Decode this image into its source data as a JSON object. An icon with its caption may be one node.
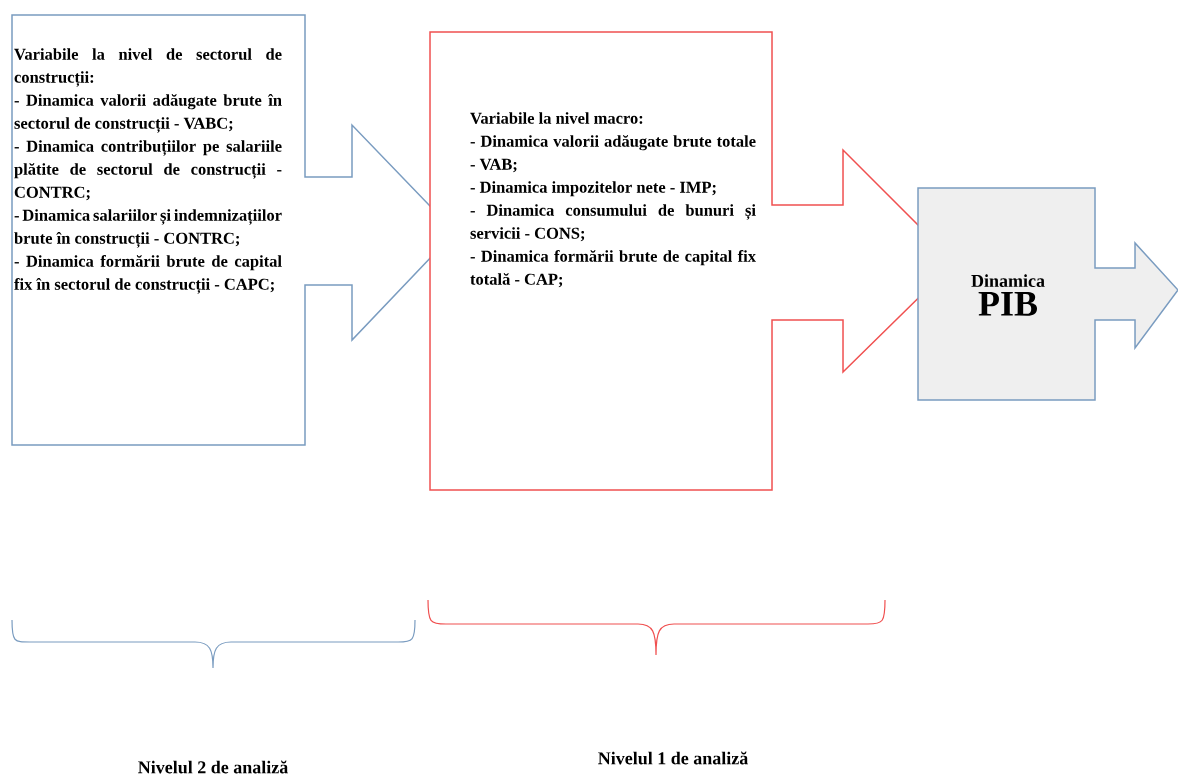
{
  "diagram": {
    "nodes": [
      {
        "text": [
          "Variabile la nivel de sectorul de construcții:",
          "- Dinamica valorii adăugate brute în sectorul de construcții - VABC;",
          "- Dinamica contribuțiilor pe salariile plătite de sectorul de construcții - CONTRC;",
          "- Dinamica salariilor și indemnizațiilor brute în construcții - CONTRC;",
          "- Dinamica formării brute de capital fix în sectorul de construcții - CAPC;"
        ]
      },
      {
        "text": [
          "Variabile la nivel macro:",
          "- Dinamica valorii adăugate brute totale - VAB;",
          "- Dinamica impozitelor nete - IMP;",
          "- Dinamica consumului de bunuri și servicii - CONS;",
          "- Dinamica formării brute de capital fix totală - CAP;"
        ]
      },
      {
        "text": [
          "Dinamica",
          "PIB"
        ]
      }
    ],
    "labels": [
      "Nivelul 2 de analiză",
      "Nivelul 1 de analiză"
    ]
  }
}
